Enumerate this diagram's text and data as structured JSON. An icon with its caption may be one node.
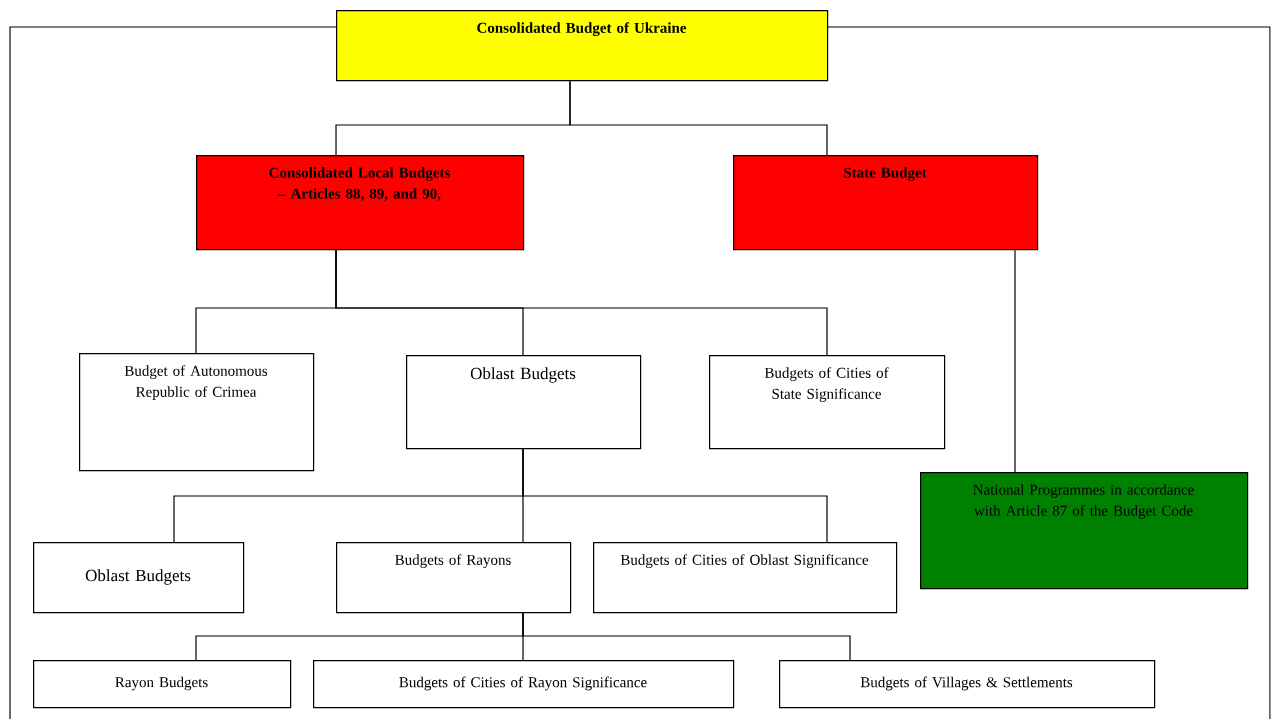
{
  "diagram": {
    "nodes": [
      {
        "text": [
          "Consolidated Budget of Ukraine"
        ]
      },
      {
        "text": [
          "Consolidated Local Budgets – Articles 88, 89, and 90,"
        ]
      },
      {
        "text": [
          "State Budget"
        ]
      },
      {
        "text": [
          "Budget of Autonomous Republic of Crimea"
        ]
      },
      {
        "text": [
          "Oblast Budgets"
        ]
      },
      {
        "text": [
          "Budgets of Cities of State Significance"
        ]
      },
      {
        "text": [
          "National Programmes in accordance with Article 87 of the Budget Code"
        ]
      },
      {
        "text": [
          "Oblast Budgets"
        ]
      },
      {
        "text": [
          "Budgets of Rayons"
        ]
      },
      {
        "text": [
          "Budgets of Cities of Oblast Significance"
        ]
      },
      {
        "text": [
          "Rayon Budgets"
        ]
      },
      {
        "text": [
          "Budgets of Cities of Rayon Significance"
        ]
      },
      {
        "text": [
          "Budgets of Villages & Settlements"
        ]
      }
    ],
    "edges": [
      {
        "from": 0,
        "to": 1,
        "arrow": "none"
      },
      {
        "from": 0,
        "to": 2,
        "arrow": "none"
      },
      {
        "from": 1,
        "to": 3,
        "arrow": "none"
      },
      {
        "from": 1,
        "to": 4,
        "arrow": "none"
      },
      {
        "from": 1,
        "to": 5,
        "arrow": "none"
      },
      {
        "from": 2,
        "to": 6,
        "arrow": "none"
      },
      {
        "from": 4,
        "to": 7,
        "arrow": "none"
      },
      {
        "from": 4,
        "to": 8,
        "arrow": "none"
      },
      {
        "from": 4,
        "to": 9,
        "arrow": "none"
      },
      {
        "from": 8,
        "to": 10,
        "arrow": "none"
      },
      {
        "from": 8,
        "to": 11,
        "arrow": "none"
      },
      {
        "from": 8,
        "to": 12,
        "arrow": "none"
      }
    ]
  }
}
